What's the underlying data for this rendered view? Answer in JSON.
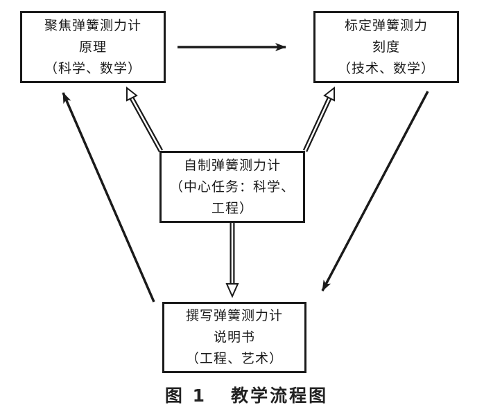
{
  "nodes": {
    "principle": {
      "lines": [
        "聚焦弹簧测力计",
        "原理",
        "（科学、数学）"
      ]
    },
    "calibrate": {
      "lines": [
        "标定弹簧测力",
        "刻度",
        "（技术、数学）"
      ]
    },
    "make": {
      "lines": [
        "自制弹簧测力计",
        "（中心任务：科学、",
        "工程）"
      ]
    },
    "write": {
      "lines": [
        "撰写弹簧测力计",
        "说明书",
        "（工程、艺术）"
      ]
    }
  },
  "caption": {
    "figure_number": "图 1",
    "title": "教学流程图"
  },
  "colors": {
    "ink": "#1a1a1a",
    "background": "#ffffff"
  }
}
